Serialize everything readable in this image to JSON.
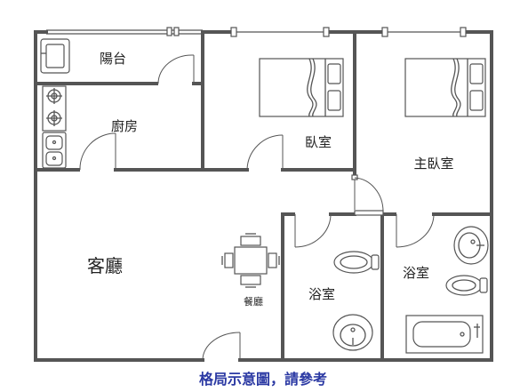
{
  "rooms": {
    "balcony": "陽台",
    "kitchen": "廚房",
    "bedroom": "臥室",
    "master_bedroom": "主臥室",
    "living_room": "客廳",
    "dining_room": "餐廳",
    "bathroom_1": "浴室",
    "bathroom_2": "浴室"
  },
  "caption": "格局示意圖，請參考",
  "colors": {
    "wall": "#555555",
    "caption": "#2b39a3"
  }
}
